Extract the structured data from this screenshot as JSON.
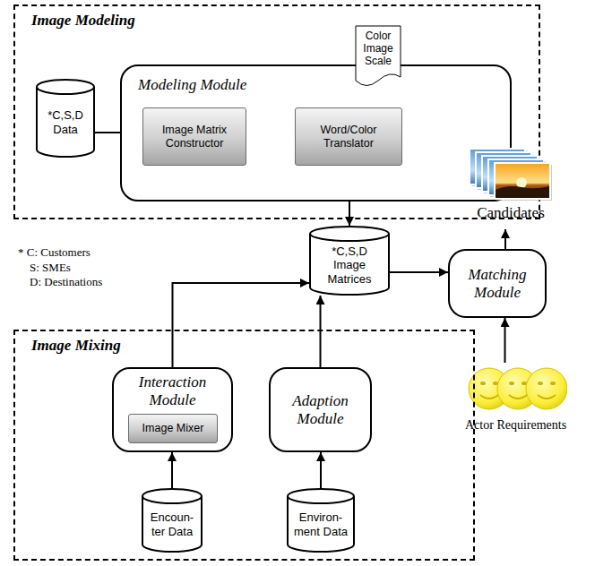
{
  "diagram": {
    "nodes": [
      {
        "text": [
          "Image Modeling"
        ]
      },
      {
        "text": [
          "Color Image Scale"
        ],
        "in": 0
      },
      {
        "text": [
          "*C,S,D Data"
        ],
        "in": 0
      },
      {
        "text": [
          "Modeling Module"
        ],
        "in": 0
      },
      {
        "text": [
          "Image Matrix Constructor"
        ],
        "in": 3
      },
      {
        "text": [
          "Word/Color Translator"
        ],
        "in": 3
      },
      {
        "text": [
          "Candidates"
        ]
      },
      {
        "text": [
          "*C,S,D Image Matrices"
        ]
      },
      {
        "text": [
          "Matching Module"
        ]
      },
      {
        "text": [
          "Actor Requirements"
        ]
      },
      {
        "text": [
          "Image Mixing"
        ]
      },
      {
        "text": [
          "Interaction Module"
        ],
        "in": 10
      },
      {
        "text": [
          "Image Mixer"
        ],
        "in": 11
      },
      {
        "text": [
          "Adaption Module"
        ],
        "in": 10
      },
      {
        "text": [
          "Encoun- ter Data"
        ],
        "in": 10
      },
      {
        "text": [
          "Environ- ment Data"
        ],
        "in": 10
      }
    ],
    "edges": [
      {
        "from": 2,
        "to": 4,
        "arrow": "to"
      },
      {
        "from": 4,
        "to": 5,
        "arrow": "to"
      },
      {
        "from": 1,
        "to": 5,
        "arrow": "to"
      },
      {
        "from": 5,
        "to": 7,
        "arrow": "both"
      },
      {
        "from": 14,
        "to": 11,
        "arrow": "to"
      },
      {
        "from": 11,
        "to": 7,
        "arrow": "to"
      },
      {
        "from": 15,
        "to": 13,
        "arrow": "to"
      },
      {
        "from": 13,
        "to": 7,
        "arrow": "to"
      },
      {
        "from": 7,
        "to": 8,
        "arrow": "to"
      },
      {
        "from": 8,
        "to": 6,
        "arrow": "to"
      },
      {
        "from": 9,
        "to": 8,
        "arrow": "to"
      }
    ],
    "labels": [
      "* C: Customers",
      "S: SMEs",
      "D: Destinations"
    ]
  }
}
